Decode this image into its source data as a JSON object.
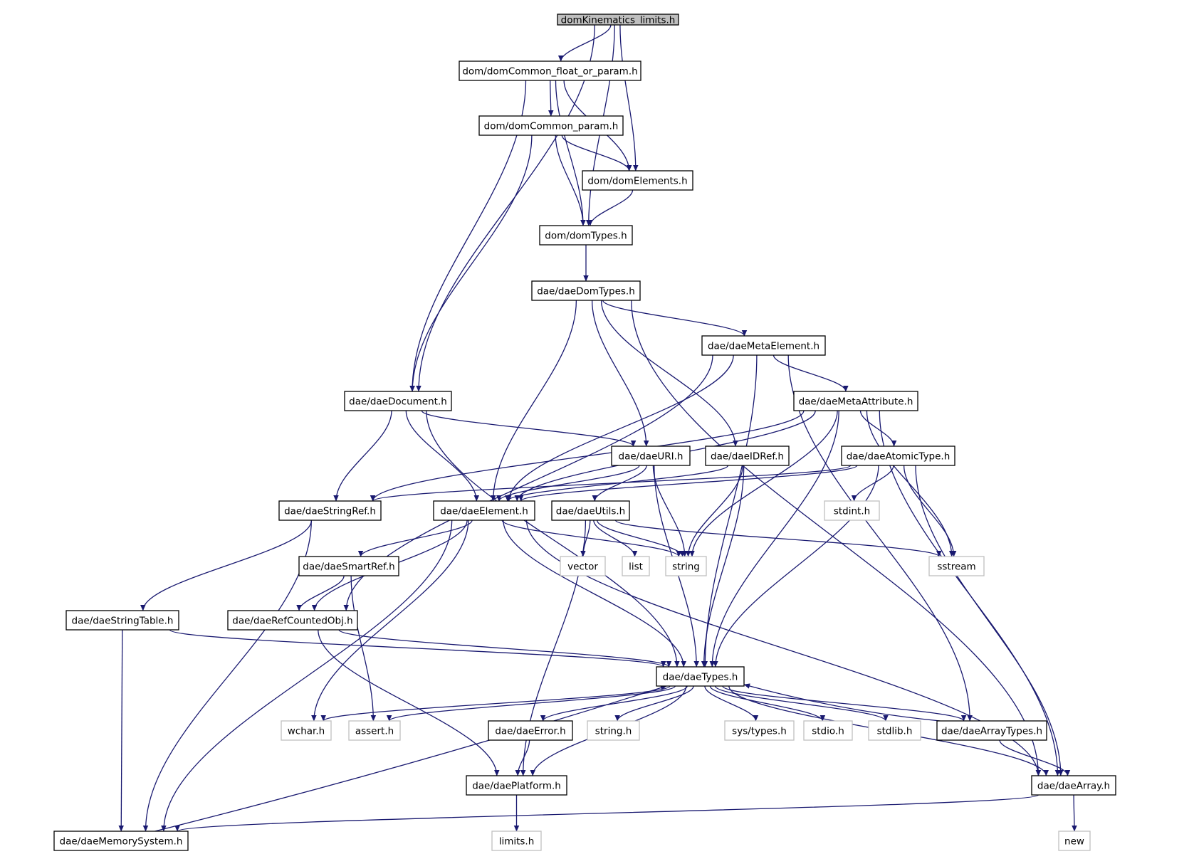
{
  "colors": {
    "edge": "#191970",
    "root_fill": "#bfbfbf",
    "node_border": "#000000",
    "external_border": "#bfbfbf",
    "external_text": "#000000",
    "background": "#ffffff"
  },
  "nodes": [
    {
      "id": "root",
      "label": "domKinematics_limits.h",
      "kind": "root"
    },
    {
      "id": "n_float_or_param",
      "label": "dom/domCommon_float_or_param.h",
      "kind": "file"
    },
    {
      "id": "n_common_param",
      "label": "dom/domCommon_param.h",
      "kind": "file"
    },
    {
      "id": "n_dom_elements",
      "label": "dom/domElements.h",
      "kind": "file"
    },
    {
      "id": "n_dom_types",
      "label": "dom/domTypes.h",
      "kind": "file"
    },
    {
      "id": "n_dae_dom_types",
      "label": "dae/daeDomTypes.h",
      "kind": "file"
    },
    {
      "id": "n_meta_element",
      "label": "dae/daeMetaElement.h",
      "kind": "file"
    },
    {
      "id": "n_document",
      "label": "dae/daeDocument.h",
      "kind": "file"
    },
    {
      "id": "n_meta_attribute",
      "label": "dae/daeMetaAttribute.h",
      "kind": "file"
    },
    {
      "id": "n_uri",
      "label": "dae/daeURI.h",
      "kind": "file"
    },
    {
      "id": "n_idref",
      "label": "dae/daeIDRef.h",
      "kind": "file"
    },
    {
      "id": "n_atomic_type",
      "label": "dae/daeAtomicType.h",
      "kind": "file"
    },
    {
      "id": "n_string_ref",
      "label": "dae/daeStringRef.h",
      "kind": "file"
    },
    {
      "id": "n_element",
      "label": "dae/daeElement.h",
      "kind": "file"
    },
    {
      "id": "n_utils",
      "label": "dae/daeUtils.h",
      "kind": "file"
    },
    {
      "id": "n_stdint",
      "label": "stdint.h",
      "kind": "external"
    },
    {
      "id": "n_smart_ref",
      "label": "dae/daeSmartRef.h",
      "kind": "file"
    },
    {
      "id": "n_vector",
      "label": "vector",
      "kind": "external"
    },
    {
      "id": "n_list",
      "label": "list",
      "kind": "external"
    },
    {
      "id": "n_string",
      "label": "string",
      "kind": "external"
    },
    {
      "id": "n_sstream",
      "label": "sstream",
      "kind": "external"
    },
    {
      "id": "n_string_table",
      "label": "dae/daeStringTable.h",
      "kind": "file"
    },
    {
      "id": "n_ref_counted",
      "label": "dae/daeRefCountedObj.h",
      "kind": "file"
    },
    {
      "id": "n_dae_types",
      "label": "dae/daeTypes.h",
      "kind": "file"
    },
    {
      "id": "n_wchar",
      "label": "wchar.h",
      "kind": "external"
    },
    {
      "id": "n_assert",
      "label": "assert.h",
      "kind": "external"
    },
    {
      "id": "n_error",
      "label": "dae/daeError.h",
      "kind": "file"
    },
    {
      "id": "n_string_h",
      "label": "string.h",
      "kind": "external"
    },
    {
      "id": "n_sys_types",
      "label": "sys/types.h",
      "kind": "external"
    },
    {
      "id": "n_stdio",
      "label": "stdio.h",
      "kind": "external"
    },
    {
      "id": "n_stdlib",
      "label": "stdlib.h",
      "kind": "external"
    },
    {
      "id": "n_array_types",
      "label": "dae/daeArrayTypes.h",
      "kind": "file"
    },
    {
      "id": "n_platform",
      "label": "dae/daePlatform.h",
      "kind": "file"
    },
    {
      "id": "n_array",
      "label": "dae/daeArray.h",
      "kind": "file"
    },
    {
      "id": "n_limits",
      "label": "limits.h",
      "kind": "external"
    },
    {
      "id": "n_memory_system",
      "label": "dae/daeMemorySystem.h",
      "kind": "file"
    },
    {
      "id": "n_new",
      "label": "new",
      "kind": "external"
    }
  ],
  "edges": [
    [
      "root",
      "n_float_or_param"
    ],
    [
      "root",
      "n_dom_elements"
    ],
    [
      "root",
      "n_dom_types"
    ],
    [
      "root",
      "n_document"
    ],
    [
      "n_float_or_param",
      "n_common_param"
    ],
    [
      "n_float_or_param",
      "n_dom_elements"
    ],
    [
      "n_float_or_param",
      "n_dom_types"
    ],
    [
      "n_float_or_param",
      "n_document"
    ],
    [
      "n_common_param",
      "n_dom_elements"
    ],
    [
      "n_common_param",
      "n_dom_types"
    ],
    [
      "n_common_param",
      "n_document"
    ],
    [
      "n_dom_elements",
      "n_dom_types"
    ],
    [
      "n_dom_types",
      "n_dae_dom_types"
    ],
    [
      "n_dae_dom_types",
      "n_meta_element"
    ],
    [
      "n_dae_dom_types",
      "n_element"
    ],
    [
      "n_dae_dom_types",
      "n_uri"
    ],
    [
      "n_dae_dom_types",
      "n_idref"
    ],
    [
      "n_dae_dom_types",
      "n_array"
    ],
    [
      "n_meta_element",
      "n_meta_attribute"
    ],
    [
      "n_meta_element",
      "n_element"
    ],
    [
      "n_meta_element",
      "n_ref_counted"
    ],
    [
      "n_meta_element",
      "n_dae_types"
    ],
    [
      "n_meta_element",
      "n_array_types"
    ],
    [
      "n_document",
      "n_string_ref"
    ],
    [
      "n_document",
      "n_element"
    ],
    [
      "n_document",
      "n_uri"
    ],
    [
      "n_document",
      "n_dae_types"
    ],
    [
      "n_meta_attribute",
      "n_atomic_type"
    ],
    [
      "n_meta_attribute",
      "n_string_ref"
    ],
    [
      "n_meta_attribute",
      "n_element"
    ],
    [
      "n_meta_attribute",
      "n_string"
    ],
    [
      "n_meta_attribute",
      "n_sstream"
    ],
    [
      "n_meta_attribute",
      "n_dae_types"
    ],
    [
      "n_meta_attribute",
      "n_array"
    ],
    [
      "n_uri",
      "n_element"
    ],
    [
      "n_uri",
      "n_utils"
    ],
    [
      "n_uri",
      "n_string"
    ],
    [
      "n_uri",
      "n_dae_types"
    ],
    [
      "n_idref",
      "n_element"
    ],
    [
      "n_idref",
      "n_string"
    ],
    [
      "n_idref",
      "n_dae_types"
    ],
    [
      "n_atomic_type",
      "n_string_ref"
    ],
    [
      "n_atomic_type",
      "n_element"
    ],
    [
      "n_atomic_type",
      "n_stdint"
    ],
    [
      "n_atomic_type",
      "n_sstream"
    ],
    [
      "n_atomic_type",
      "n_dae_types"
    ],
    [
      "n_atomic_type",
      "n_array"
    ],
    [
      "n_string_ref",
      "n_string_table"
    ],
    [
      "n_string_ref",
      "n_memory_system"
    ],
    [
      "n_element",
      "n_smart_ref"
    ],
    [
      "n_element",
      "n_ref_counted"
    ],
    [
      "n_element",
      "n_string"
    ],
    [
      "n_element",
      "n_dae_types"
    ],
    [
      "n_element",
      "n_wchar"
    ],
    [
      "n_element",
      "n_memory_system"
    ],
    [
      "n_element",
      "n_array"
    ],
    [
      "n_utils",
      "n_vector"
    ],
    [
      "n_utils",
      "n_list"
    ],
    [
      "n_utils",
      "n_string"
    ],
    [
      "n_utils",
      "n_sstream"
    ],
    [
      "n_utils",
      "n_platform"
    ],
    [
      "n_smart_ref",
      "n_ref_counted"
    ],
    [
      "n_smart_ref",
      "n_assert"
    ],
    [
      "n_string_table",
      "n_dae_types"
    ],
    [
      "n_string_table",
      "n_memory_system"
    ],
    [
      "n_ref_counted",
      "n_dae_types"
    ],
    [
      "n_ref_counted",
      "n_platform"
    ],
    [
      "n_dae_types",
      "n_wchar"
    ],
    [
      "n_dae_types",
      "n_assert"
    ],
    [
      "n_dae_types",
      "n_error"
    ],
    [
      "n_dae_types",
      "n_string_h"
    ],
    [
      "n_dae_types",
      "n_sys_types"
    ],
    [
      "n_dae_types",
      "n_stdio"
    ],
    [
      "n_dae_types",
      "n_stdlib"
    ],
    [
      "n_dae_types",
      "n_array_types"
    ],
    [
      "n_dae_types",
      "n_platform"
    ],
    [
      "n_dae_types",
      "n_array"
    ],
    [
      "n_array_types",
      "n_dae_types"
    ],
    [
      "n_array_types",
      "n_array"
    ],
    [
      "n_memory_system",
      "n_dae_types"
    ],
    [
      "n_error",
      "n_platform"
    ],
    [
      "n_platform",
      "n_limits"
    ],
    [
      "n_array",
      "n_memory_system"
    ],
    [
      "n_array",
      "n_new"
    ]
  ]
}
